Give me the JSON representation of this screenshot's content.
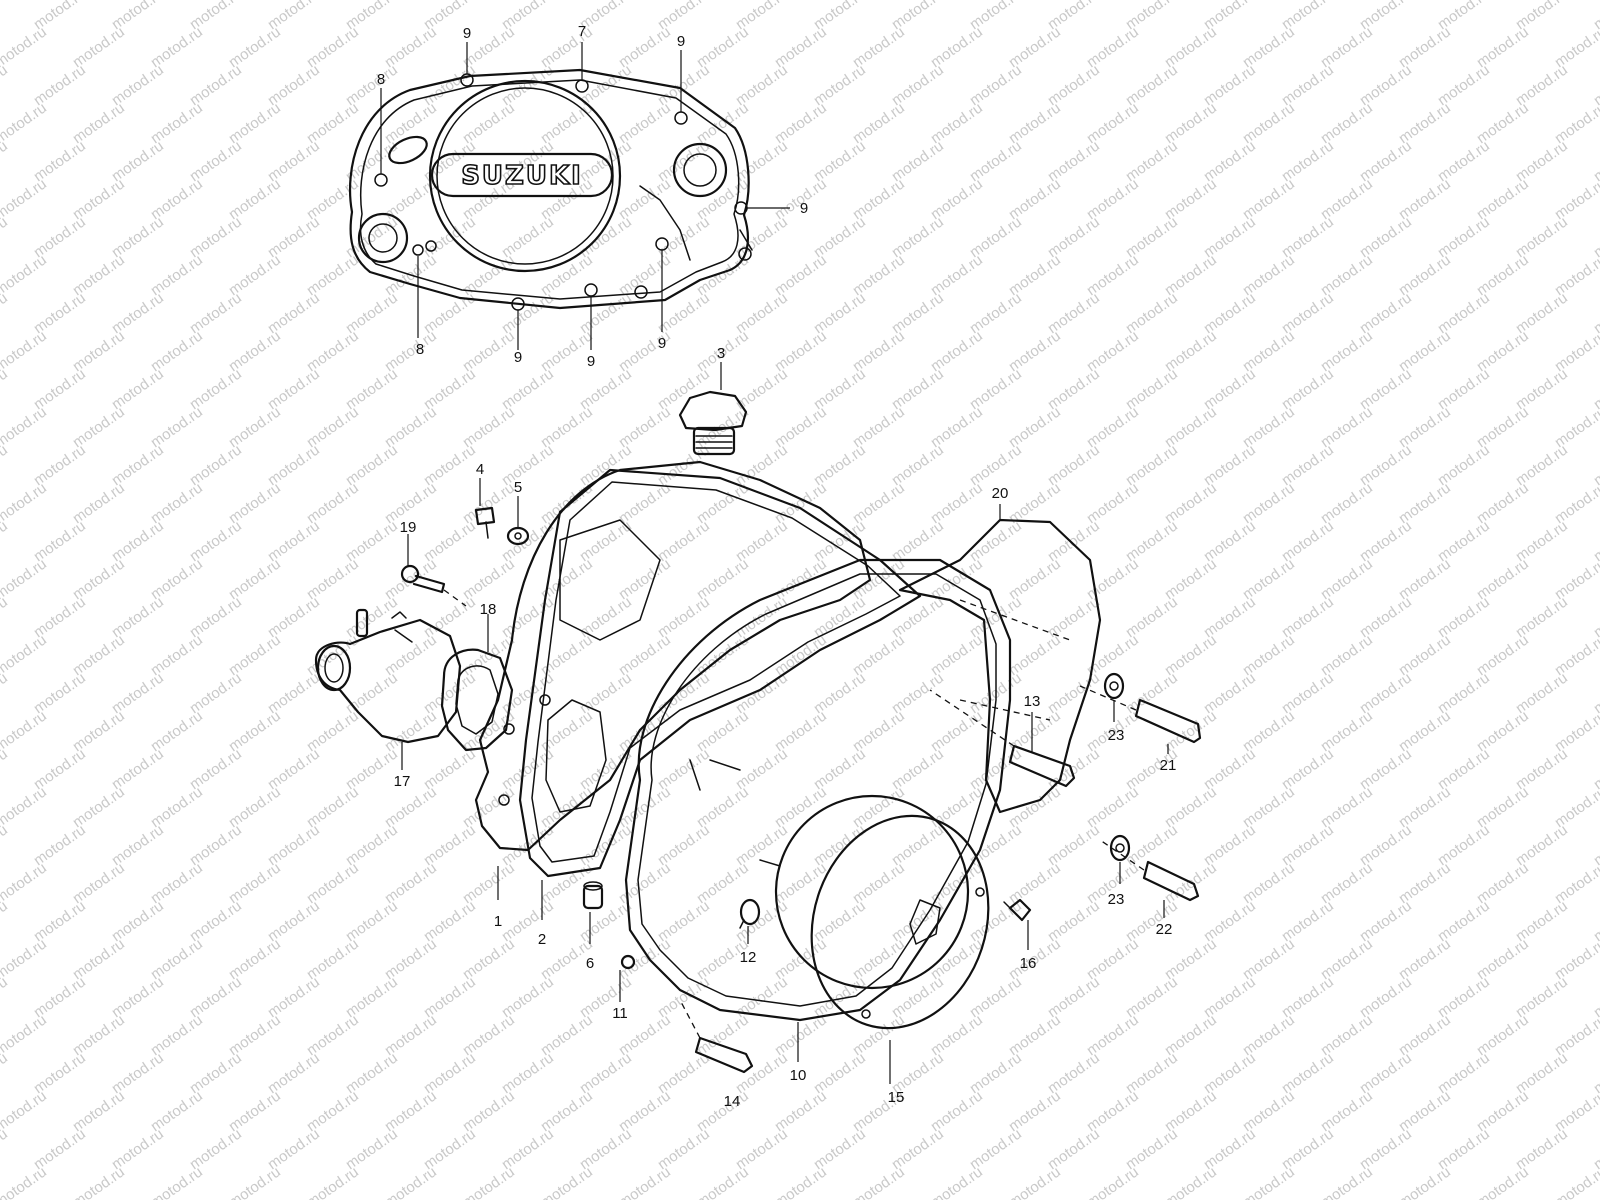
{
  "brand_logo": "SUZUKI",
  "watermark": {
    "text": "motod.ru",
    "color": "#c9c9c9"
  },
  "callouts": {
    "c1": "1",
    "c2": "2",
    "c3": "3",
    "c4": "4",
    "c5": "5",
    "c6": "6",
    "c7": "7",
    "c8a": "8",
    "c8b": "8",
    "c9a": "9",
    "c9b": "9",
    "c9c": "9",
    "c9d": "9",
    "c9e": "9",
    "c9f": "9",
    "c10": "10",
    "c11": "11",
    "c12": "12",
    "c13": "13",
    "c14": "14",
    "c15": "15",
    "c16": "16",
    "c17": "17",
    "c18": "18",
    "c19": "19",
    "c20": "20",
    "c21": "21",
    "c22": "22",
    "c23a": "23",
    "c23b": "23"
  },
  "icons": {
    "parts": "line-art",
    "fasteners": "bolt-outline"
  }
}
